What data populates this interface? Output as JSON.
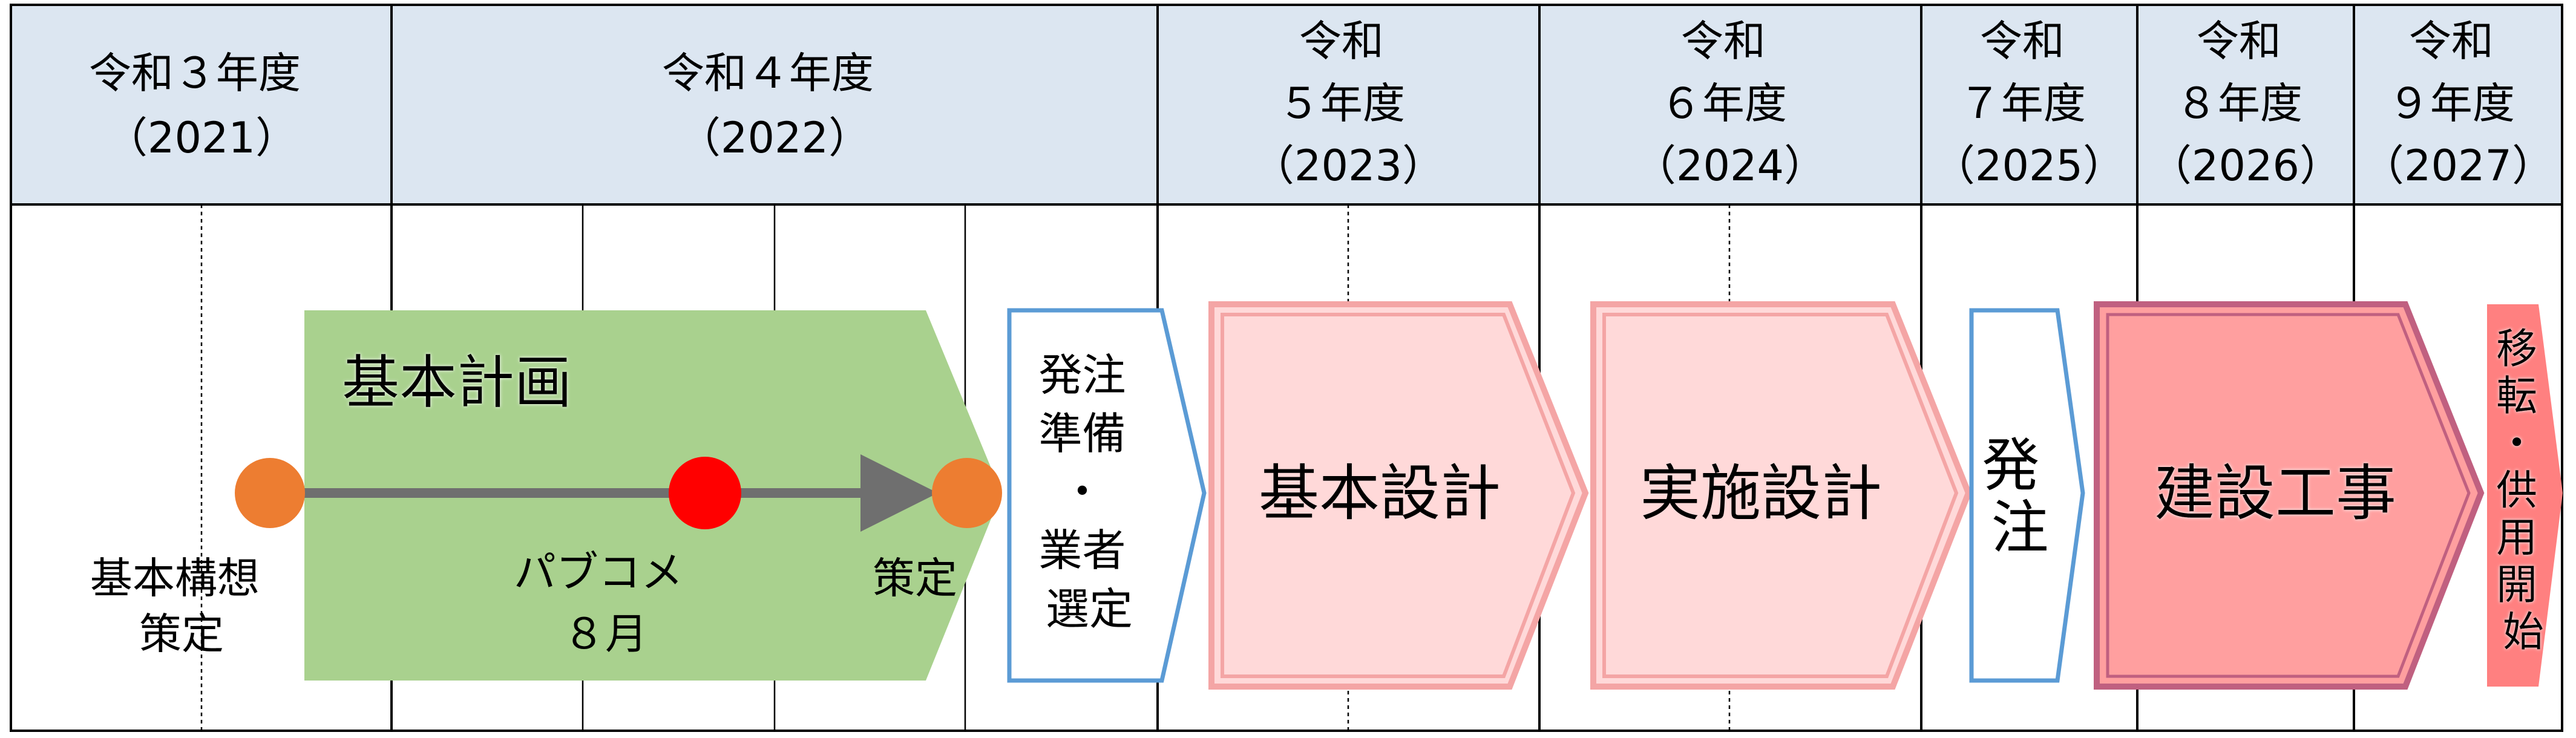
{
  "header": {
    "years": [
      {
        "lines": [
          "令和３年度",
          "（2021）"
        ]
      },
      {
        "lines": [
          "令和４年度",
          "（2022）"
        ]
      },
      {
        "lines": [
          "令和",
          "５年度",
          "（2023）"
        ]
      },
      {
        "lines": [
          "令和",
          "６年度",
          "（2024）"
        ]
      },
      {
        "lines": [
          "令和",
          "７年度",
          "（2025）"
        ]
      },
      {
        "lines": [
          "令和",
          "８年度",
          "（2026）"
        ]
      },
      {
        "lines": [
          "令和",
          "９年度",
          "（2027）"
        ]
      }
    ]
  },
  "plan": {
    "title": "基本計画",
    "vision_label": [
      "基本構想",
      "策定"
    ],
    "public_comment_label": [
      "パブコメ",
      "８月"
    ],
    "decided_label": "策定"
  },
  "phases": {
    "order_prep": [
      "発注",
      "準備",
      "・",
      "業者",
      "選定"
    ],
    "basic_design": "基本設計",
    "detailed_design": "実施設計",
    "order": [
      "発",
      "注"
    ],
    "construction": "建設工事",
    "relocation": [
      "移",
      "転",
      "・",
      "供",
      "用",
      "開",
      "始"
    ]
  },
  "colors": {
    "header_fill": "#dce6f1",
    "plan_green": "#a9d18e",
    "milestone_orange": "#ed7d31",
    "milestone_red": "#ff0000",
    "pink_light": "#ffd9d9",
    "pink_mid": "#ff9f9f",
    "blue_outline": "#5b9bd5"
  }
}
